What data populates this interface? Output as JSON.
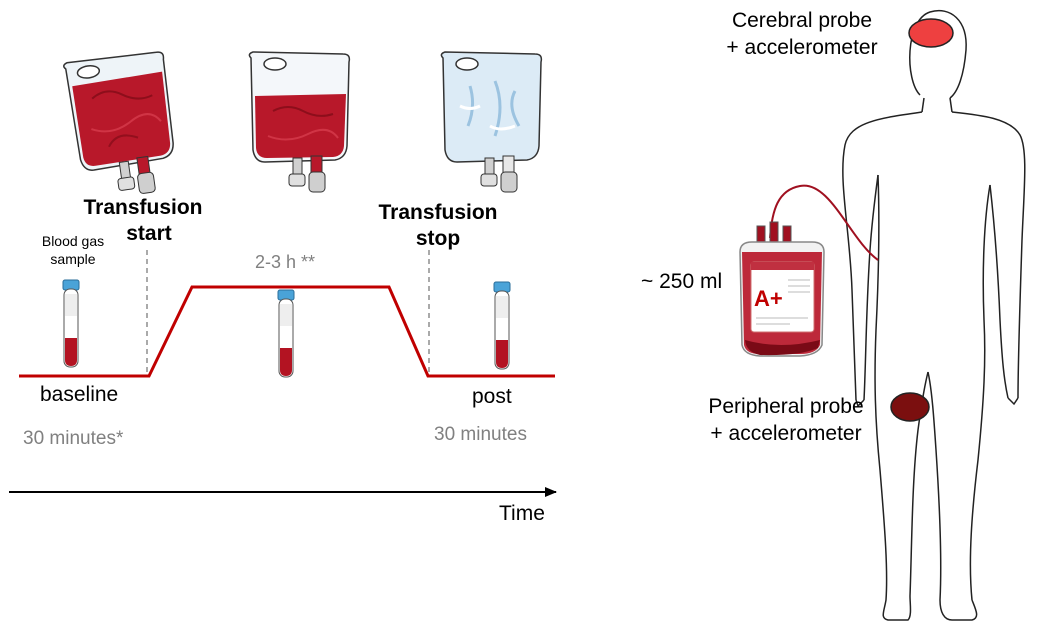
{
  "timeline": {
    "transfusion_start": [
      "Transfusion",
      "start"
    ],
    "transfusion_stop": [
      "Transfusion",
      "stop"
    ],
    "blood_gas_sample": [
      "Blood gas",
      "sample"
    ],
    "during_duration": "2-3 h **",
    "baseline_label": "baseline",
    "baseline_duration": "30 minutes*",
    "post_label": "post",
    "post_duration": "30 minutes",
    "axis_label": "Time"
  },
  "body_diagram": {
    "cerebral_probe": [
      "Cerebral probe",
      "+ accelerometer"
    ],
    "peripheral_probe": [
      "Peripheral probe",
      "+ accelerometer"
    ],
    "volume": "~ 250 ml",
    "blood_type": "A+"
  },
  "colors": {
    "timeline_line": "#c00000",
    "blood_dark": "#b31322",
    "blood_bag_fill": "#b8182a",
    "cerebral_probe": "#ee4040",
    "peripheral_probe": "#7b0f0f",
    "saline_bag": "#dcebf6",
    "grey_text": "#808080"
  }
}
